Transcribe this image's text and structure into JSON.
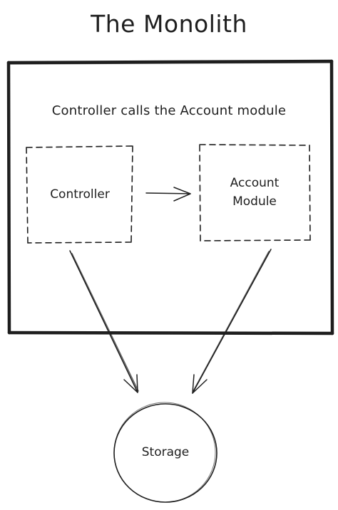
{
  "diagram": {
    "title": "The Monolith",
    "caption": "Controller calls the Account module",
    "nodes": {
      "controller": {
        "label": "Controller"
      },
      "account_module": {
        "label_line1": "Account",
        "label_line2": "Module"
      },
      "storage": {
        "label": "Storage"
      }
    },
    "edges": [
      {
        "from": "Controller",
        "to": "Account Module"
      },
      {
        "from": "Controller",
        "to": "Storage"
      },
      {
        "from": "Account Module",
        "to": "Storage"
      }
    ],
    "stroke_color": "#1e1e1e"
  }
}
